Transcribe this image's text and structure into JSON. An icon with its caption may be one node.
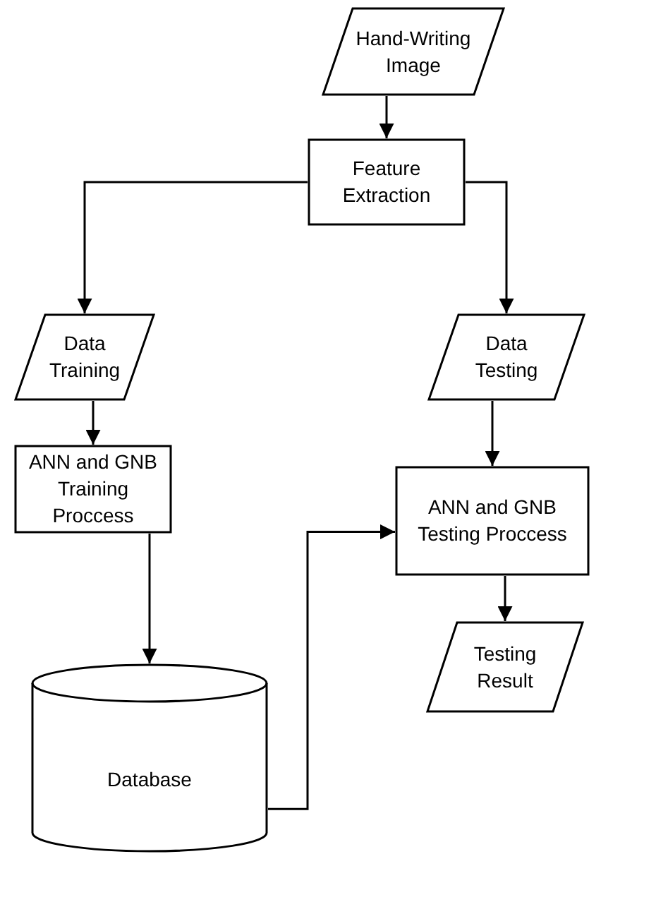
{
  "diagram": {
    "nodes": [
      {
        "text": [
          "Hand-Writing Image"
        ]
      },
      {
        "text": [
          "Feature Extraction"
        ]
      },
      {
        "text": [
          "Data Training"
        ]
      },
      {
        "text": [
          "Data Testing"
        ]
      },
      {
        "text": [
          "ANN and GNB Training Proccess"
        ]
      },
      {
        "text": [
          "ANN and GNB Testing Proccess"
        ]
      },
      {
        "text": [
          "Database"
        ]
      },
      {
        "text": [
          "Testing Result"
        ]
      }
    ],
    "edges": [
      {
        "from": 0,
        "to": 1,
        "arrow": "to"
      },
      {
        "from": 1,
        "to": 2,
        "arrow": "to"
      },
      {
        "from": 1,
        "to": 3,
        "arrow": "to"
      },
      {
        "from": 2,
        "to": 4,
        "arrow": "to"
      },
      {
        "from": 4,
        "to": 6,
        "arrow": "to"
      },
      {
        "from": 6,
        "to": 5,
        "arrow": "to"
      },
      {
        "from": 3,
        "to": 5,
        "arrow": "to"
      },
      {
        "from": 5,
        "to": 7,
        "arrow": "to"
      }
    ]
  }
}
